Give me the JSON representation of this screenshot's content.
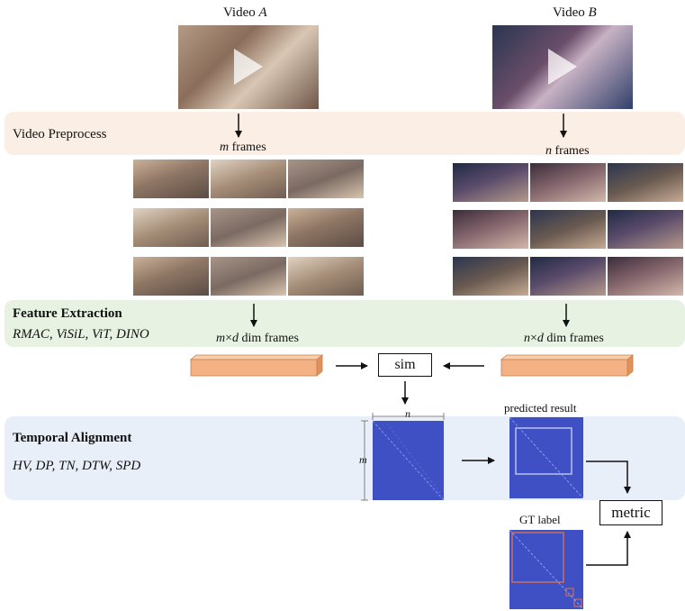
{
  "video_a": {
    "label_prefix": "Video ",
    "label_var": "A"
  },
  "video_b": {
    "label_prefix": "Video ",
    "label_var": "B"
  },
  "preprocess": {
    "title": "Video Preprocess"
  },
  "frames_a": {
    "var": "m",
    "suffix": " frames"
  },
  "frames_b": {
    "var": "n",
    "suffix": " frames"
  },
  "feature": {
    "title": "Feature Extraction",
    "methods": "RMAC, ViSiL, ViT, DINO"
  },
  "dims_a": {
    "var": "m",
    "times": "×",
    "var2": "d",
    "suffix": " dim frames"
  },
  "dims_b": {
    "var": "n",
    "times": "×",
    "var2": "d",
    "suffix": " dim frames"
  },
  "sim": {
    "label": "sim"
  },
  "matrix": {
    "n_label": "n",
    "m_label": "m",
    "color": "#3f4fc4"
  },
  "temporal": {
    "title": "Temporal Alignment",
    "methods": "HV, DP, TN, DTW, SPD"
  },
  "predicted": {
    "label": "predicted result"
  },
  "gt": {
    "label": "GT label"
  },
  "metric": {
    "label": "metric"
  },
  "colors": {
    "preprocess_band": "#fbeee4",
    "feature_band": "#e7f2e2",
    "temporal_band": "#e9eff8",
    "feature_bar": "#f4b183",
    "gt_box": "#c8705a",
    "pred_box": "#b8c4e8"
  }
}
